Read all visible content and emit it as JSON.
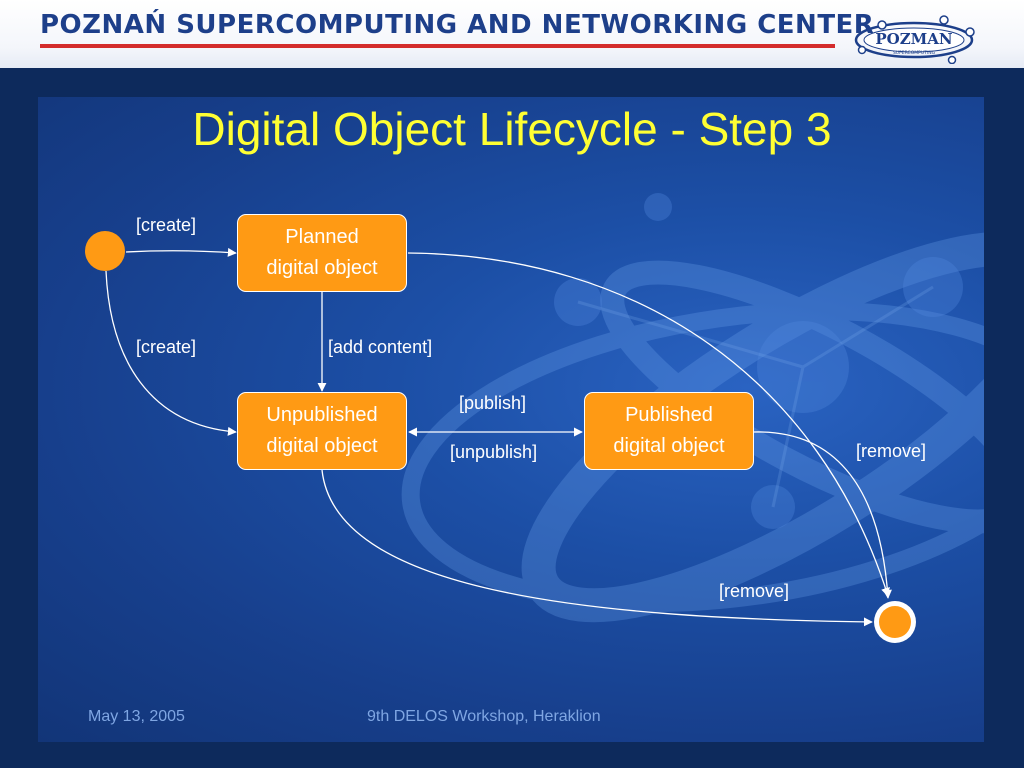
{
  "header": {
    "title": "POZNAŃ SUPERCOMPUTING AND NETWORKING CENTER",
    "logo_text": "POZMAN",
    "logo_subtext": "SUPERCOMPUTING"
  },
  "slide": {
    "title": "Digital Object Lifecycle - Step 3"
  },
  "diagram": {
    "states": [
      {
        "id": "planned",
        "line1": "Planned",
        "line2": "digital object"
      },
      {
        "id": "unpublished",
        "line1": "Unpublished",
        "line2": "digital object"
      },
      {
        "id": "published",
        "line1": "Published",
        "line2": "digital object"
      }
    ],
    "transitions": [
      {
        "from": "initial",
        "to": "planned",
        "label": "[create]"
      },
      {
        "from": "initial",
        "to": "unpublished",
        "label": "[create]"
      },
      {
        "from": "planned",
        "to": "unpublished",
        "label": "[add content]"
      },
      {
        "from": "unpublished",
        "to": "published",
        "label": "[publish]"
      },
      {
        "from": "published",
        "to": "unpublished",
        "label": "[unpublish]"
      },
      {
        "from": "published",
        "to": "final",
        "label": "[remove]"
      },
      {
        "from": "unpublished",
        "to": "final",
        "label": "[remove]"
      },
      {
        "from": "planned",
        "to": "final",
        "label": ""
      }
    ],
    "colors": {
      "state_fill": "#ff9a14",
      "line": "#ffffff",
      "title": "#ffff33"
    }
  },
  "footer": {
    "date": "May 13, 2005",
    "event": "9th DELOS Workshop, Heraklion"
  }
}
